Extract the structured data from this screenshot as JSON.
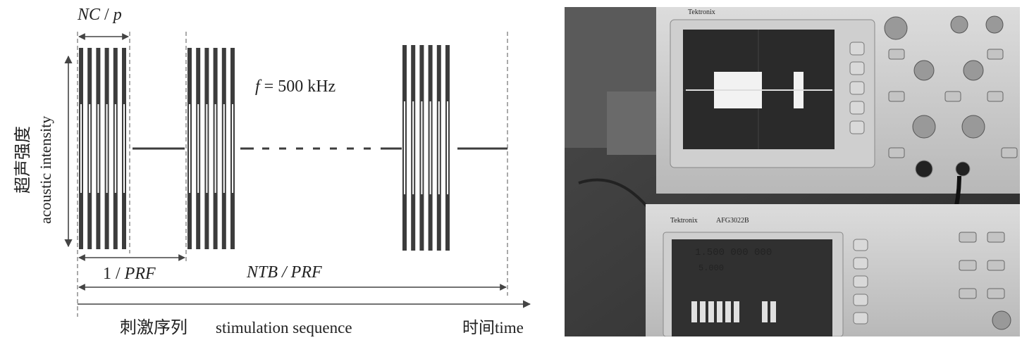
{
  "diagram": {
    "burst_width_label_italic": "NC",
    "burst_width_label_sep": " / ",
    "burst_width_label_tail": "p",
    "frequency_label_f": "f",
    "frequency_label_rest": " = 500 kHz",
    "y_axis_label_zh": "超声强度",
    "y_axis_label_en": "acoustic  intensity",
    "period_label_num": "1 / ",
    "period_label_italic": "PRF",
    "total_label_italic": "NTB / PRF",
    "x_axis_label_zh": "刺激序列",
    "x_axis_label_en": "stimulation  sequence",
    "time_label": "时间time",
    "colors": {
      "pulse": "#3c3c3c",
      "axis": "#444444"
    }
  },
  "photo": {
    "upper_device_brand": "Tektronix",
    "lower_device_brand": "Tektronix",
    "lower_device_model": "AFG3022B",
    "lower_screen_freq_readout": "1.500 000 000",
    "lower_screen_cycles_readout": "5.000"
  }
}
